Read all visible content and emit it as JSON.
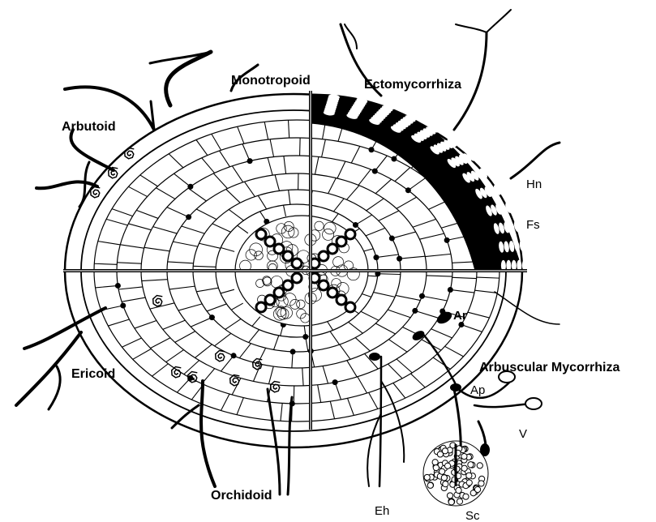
{
  "labels": {
    "monotropoid": "Monotropoid",
    "ectomycorrhiza": "Ectomycorrhiza",
    "arbutoid": "Arbutoid",
    "ericoid": "Ericoid",
    "orchidoid": "Orchidoid",
    "arbuscular": "Arbuscular Mycorrhiza",
    "hn": "Hn",
    "fs": "Fs",
    "ar": "Ar",
    "ap": "Ap",
    "v": "V",
    "eh": "Eh",
    "sc": "Sc"
  },
  "colors": {
    "ink": "#000000",
    "paper": "#ffffff",
    "divider": "#bfbfbf"
  }
}
